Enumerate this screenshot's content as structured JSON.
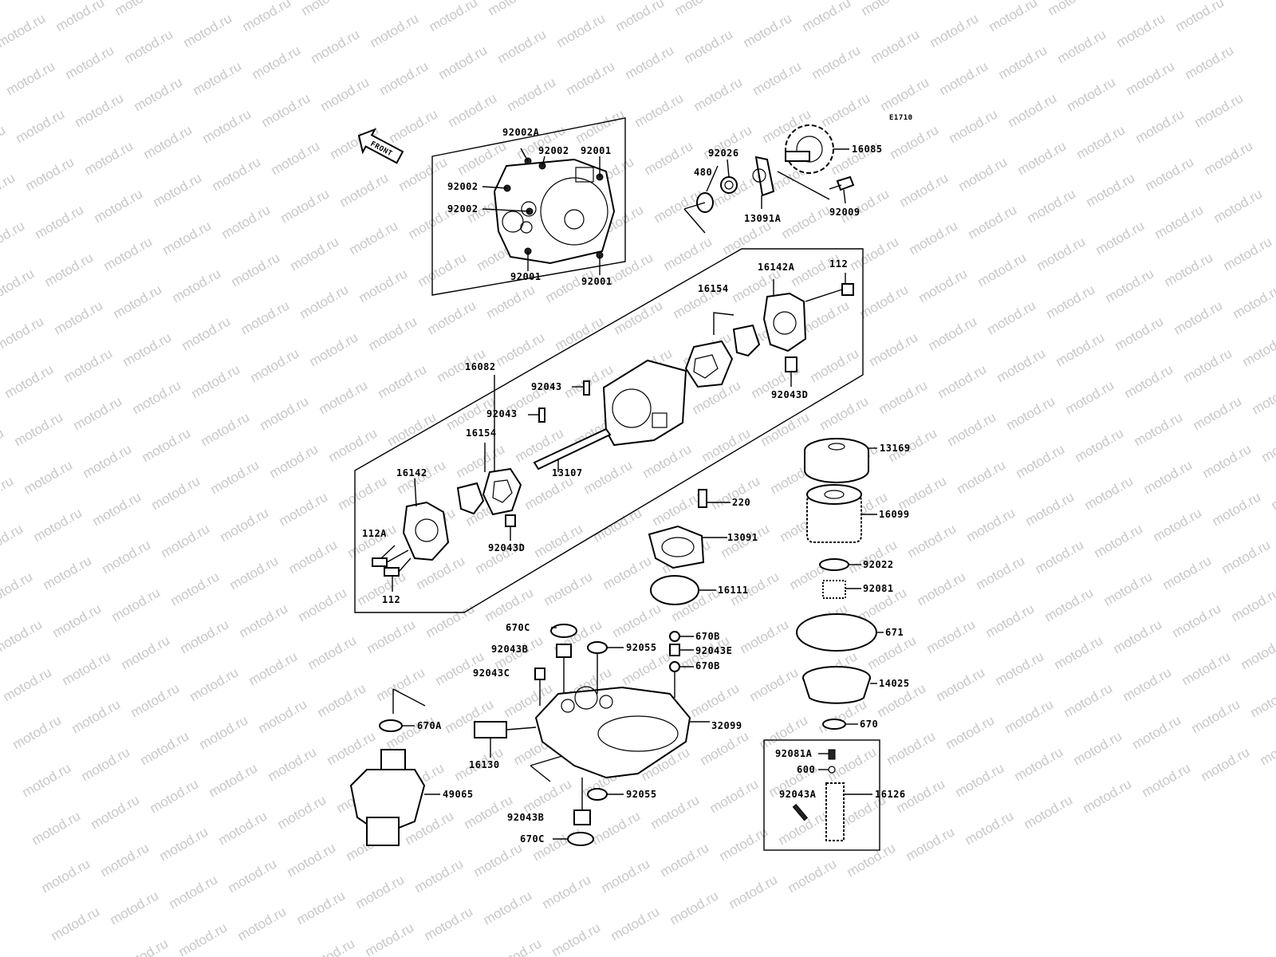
{
  "diagram_code": "E1710",
  "front_label": "FRONT",
  "watermark": "motod.ru",
  "parts": {
    "p92002A": "92002A",
    "p92002a": "92002",
    "p92001a": "92001",
    "p92002b": "92002",
    "p92002c": "92002",
    "p92001b": "92001",
    "p92001c": "92001",
    "p92026": "92026",
    "p16085": "16085",
    "p480": "480",
    "p13091A": "13091A",
    "p92009": "92009",
    "p16142A": "16142A",
    "p112a": "112",
    "p16154a": "16154",
    "p16082": "16082",
    "p92043a": "92043",
    "p92043D_a": "92043D",
    "p92043b": "92043",
    "p16154b": "16154",
    "p13107": "13107",
    "p16142": "16142",
    "p112A": "112A",
    "p92043D_b": "92043D",
    "p112b": "112",
    "p13169": "13169",
    "p16099": "16099",
    "p220": "220",
    "p13091": "13091",
    "p92022": "92022",
    "p16111": "16111",
    "p92081": "92081",
    "p670C_a": "670C",
    "p670B_a": "670B",
    "p671": "671",
    "p92043B_a": "92043B",
    "p92055_a": "92055",
    "p92043E": "92043E",
    "p670B_b": "670B",
    "p92043C": "92043C",
    "p14025": "14025",
    "p670A": "670A",
    "p32099": "32099",
    "p670": "670",
    "p16130": "16130",
    "p92081A": "92081A",
    "p600": "600",
    "p49065": "49065",
    "p92055_b": "92055",
    "p92043A": "92043A",
    "p16126": "16126",
    "p92043B_b": "92043B",
    "p670C_b": "670C"
  }
}
